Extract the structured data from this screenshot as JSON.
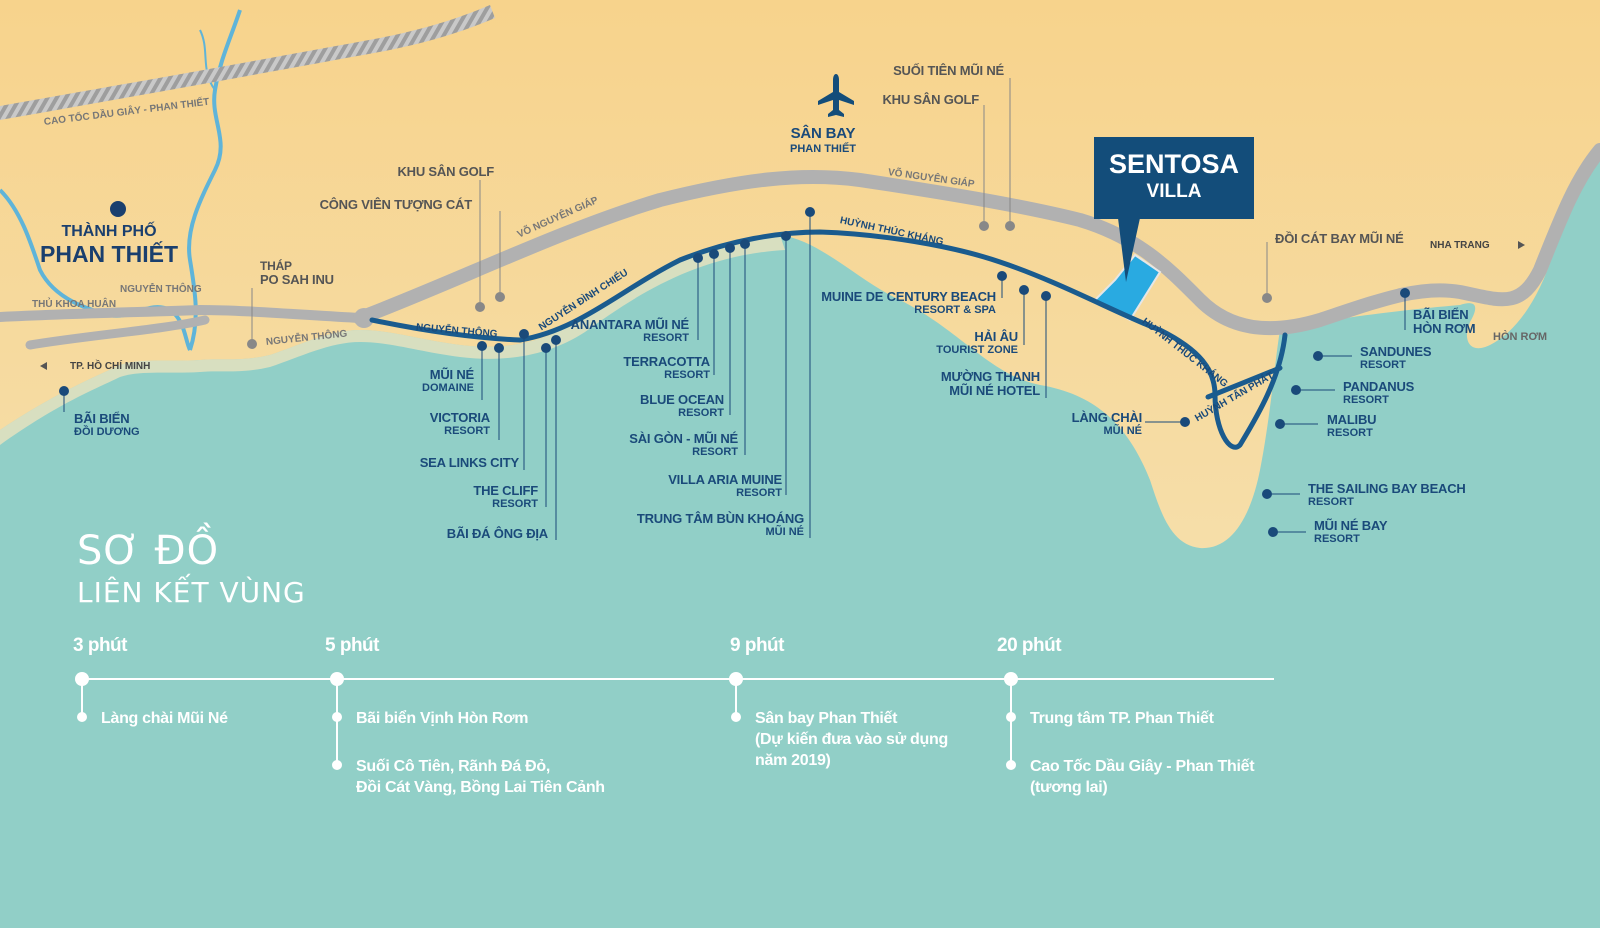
{
  "colors": {
    "sea": "#91cfc7",
    "land": "#f6d797",
    "road_gray": "#b1b1b1",
    "main_road": "#1a5b8e",
    "label": "#1a4a7a",
    "sentosa_box": "#134d7a",
    "sentosa_site": "#29aae1"
  },
  "city": {
    "line1": "THÀNH PHỐ",
    "line2": "PHAN THIẾT"
  },
  "airport": {
    "icon": "airplane-icon",
    "line1": "SÂN BAY",
    "line2": "PHAN THIẾT"
  },
  "sentosa": {
    "line1": "SENTOSA",
    "line2": "VILLA"
  },
  "roads": {
    "expressway": "CAO TỐC DẦU GIÂY - PHAN THIẾT",
    "vo_nguyen_giap_1": "VÕ NGUYÊN GIÁP",
    "vo_nguyen_giap_2": "VÕ NGUYÊN GIÁP",
    "nguyen_thong_1": "NGUYỄN THÔNG",
    "nguyen_thong_2": "NGUYỄN THÔNG",
    "nguyen_thong_3": "NGUYỄN THÔNG",
    "thu_khoa_huan": "THỦ KHOA HUÂN",
    "nguyen_dinh_chieu": "NGUYỄN ĐÌNH CHIỂU",
    "huynh_thuc_khang_1": "HUỲNH THÚC KHÁNG",
    "huynh_thuc_khang_2": "HUỲNH THÚC KHÁNG",
    "huynh_tan_phat": "HUỲNH TẤN PHÁT",
    "hcm": "TP. HỒ CHÍ MINH",
    "nha_trang": "NHA TRANG"
  },
  "places": {
    "thap_po_sah_inu": {
      "l1": "THÁP",
      "l2": "PO SAH INU"
    },
    "bai_bien_doi_duong": {
      "l1": "BÃI BIỂN",
      "l2": "ĐỒI DƯƠNG"
    },
    "khu_san_golf_1": {
      "l1": "KHU SÂN GOLF"
    },
    "cong_vien_tuong_cat": {
      "l1": "CÔNG VIÊN TƯỢNG CÁT"
    },
    "mui_ne_domaine": {
      "l1": "MŨI NÉ",
      "l2": "DOMAINE"
    },
    "victoria": {
      "l1": "VICTORIA",
      "l2": "RESORT"
    },
    "sea_links": {
      "l1": "SEA LINKS CITY"
    },
    "the_cliff": {
      "l1": "THE CLIFF",
      "l2": "RESORT"
    },
    "bai_da_ong_dia": {
      "l1": "BÃI ĐÁ ÔNG ĐỊA"
    },
    "anantara": {
      "l1": "ANANTARA MŨI NÉ",
      "l2": "RESORT"
    },
    "terracotta": {
      "l1": "TERRACOTTA",
      "l2": "RESORT"
    },
    "blue_ocean": {
      "l1": "BLUE OCEAN",
      "l2": "RESORT"
    },
    "sai_gon_mui_ne": {
      "l1": "SÀI GÒN - MŨI NÉ",
      "l2": "RESORT"
    },
    "villa_aria": {
      "l1": "VILLA ARIA MUINE",
      "l2": "RESORT"
    },
    "bun_khoang": {
      "l1": "TRUNG TÂM BÙN KHOÁNG",
      "l2": "MŨI NÉ"
    },
    "suoi_tien": {
      "l1": "SUỐI TIÊN MŨI NÉ"
    },
    "khu_san_golf_2": {
      "l1": "KHU SÂN GOLF"
    },
    "muine_de_century": {
      "l1": "MUINE DE CENTURY BEACH",
      "l2": "RESORT & SPA"
    },
    "hai_au": {
      "l1": "HẢI ÂU",
      "l2": "TOURIST ZONE"
    },
    "muong_thanh": {
      "l1": "MƯỜNG THANH",
      "l2": "MŨI NÉ HOTEL"
    },
    "lang_chai": {
      "l1": "LÀNG CHÀI",
      "l2": "MŨI NÉ"
    },
    "doi_cat_bay": {
      "l1": "ĐỒI CÁT BAY MŨI NÉ"
    },
    "bai_bien_hon_rom": {
      "l1": "BÃI BIỂN",
      "l2": "HÒN RƠM"
    },
    "hon_rom": {
      "l1": "HÒN RƠM"
    },
    "sandunes": {
      "l1": "SANDUNES",
      "l2": "RESORT"
    },
    "pandanus": {
      "l1": "PANDANUS",
      "l2": "RESORT"
    },
    "malibu": {
      "l1": "MALIBU",
      "l2": "RESORT"
    },
    "sailing_bay": {
      "l1": "THE SAILING BAY BEACH",
      "l2": "RESORT"
    },
    "mui_ne_bay": {
      "l1": "MŨI NÉ BAY",
      "l2": "RESORT"
    }
  },
  "diagram_title": {
    "line1": "SƠ ĐỒ",
    "line2": "LIÊN KẾT VÙNG"
  },
  "timeline": [
    {
      "time": "3 phút",
      "items": [
        "Làng chài Mũi Né"
      ]
    },
    {
      "time": "5 phút",
      "items": [
        "Bãi biển Vịnh Hòn Rơm",
        "Suối Cô Tiên, Rãnh Đá Đỏ,\nĐồi Cát Vàng, Bồng Lai Tiên Cảnh"
      ]
    },
    {
      "time": "9 phút",
      "items": [
        "Sân bay Phan Thiết\n(Dự kiến đưa vào sử dụng\nnăm 2019)"
      ]
    },
    {
      "time": "20 phút",
      "items": [
        "Trung tâm TP. Phan Thiết",
        "Cao Tốc Dầu Giây - Phan Thiết\n(tương lai)"
      ]
    }
  ]
}
